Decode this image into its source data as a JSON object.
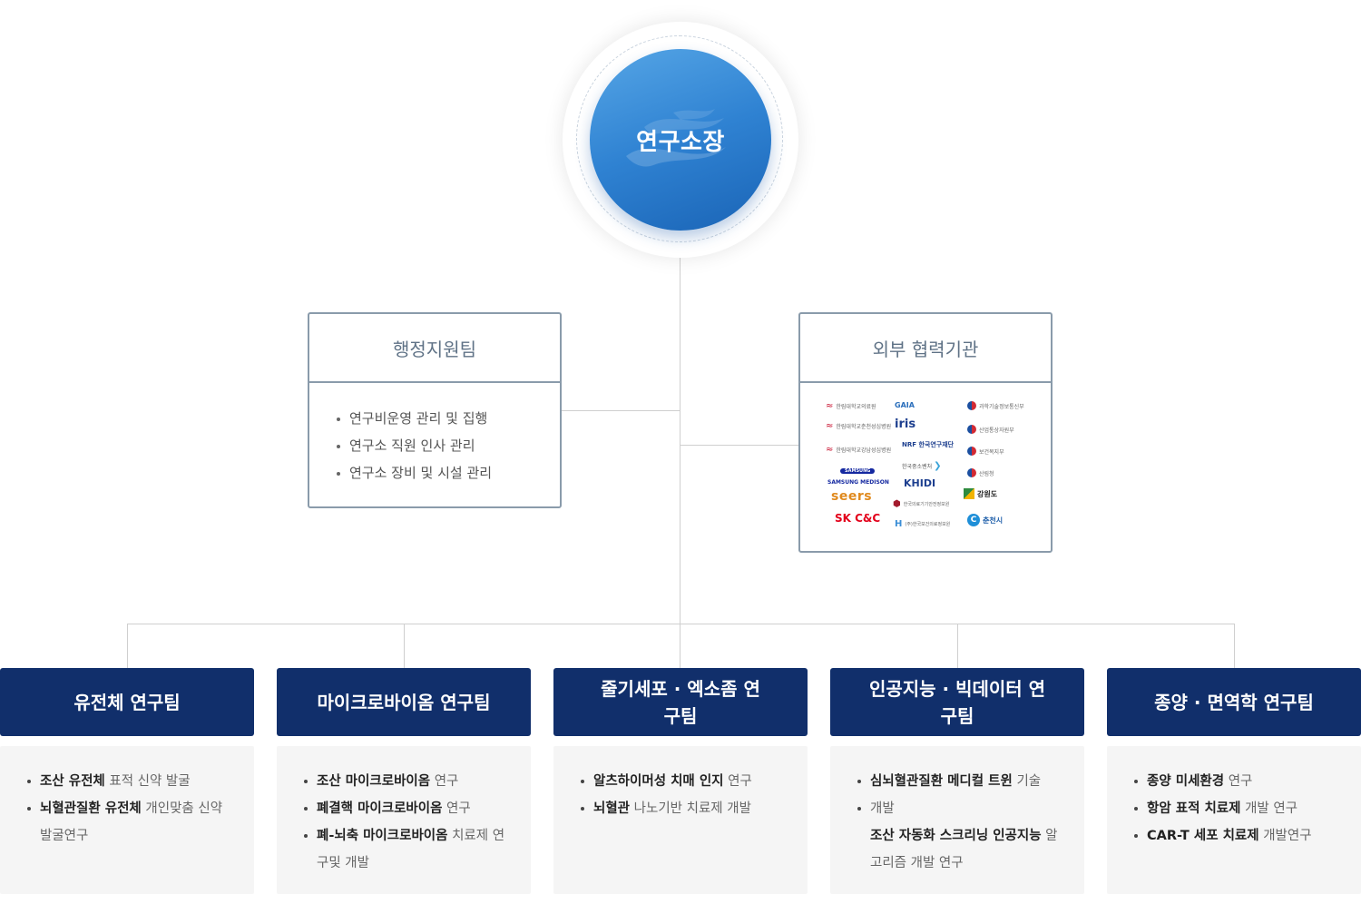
{
  "director": {
    "title": "연구소장"
  },
  "admin": {
    "title": "행정지원팀",
    "items": [
      "연구비운영 관리 및 집행",
      "연구소 직원 인사 관리",
      "연구소 장비 및 시설 관리"
    ]
  },
  "partners": {
    "title": "외부 협력기관",
    "logos": {
      "hallym_med": "한림대학교의료원",
      "gaia": "GAIA",
      "msit": "과학기술정보통신부",
      "chuncheon_hosp": "한림대학교춘천성심병원",
      "iris": "iris",
      "motie": "산업통상자원부",
      "gangnam_hosp": "한림대학교강남성심병원",
      "nrf": "NRF 한국연구재단",
      "mohw": "보건복지부",
      "samsung": "SAMSUNG",
      "samsung_medison": "SAMSUNG MEDISON",
      "kiat": "한국중소벤처",
      "mfds": "산림청",
      "khidi": "KHIDI",
      "seers": "seers",
      "gangwon": "강원도",
      "kmdia": "한국의료기기안전정보원",
      "skcc": "SK C&C",
      "kisis": "(주)한국보건의료정보원",
      "chuncheon_city": "춘천시"
    }
  },
  "teams": [
    {
      "title": "유전체 연구팀",
      "items": [
        {
          "bullet": true,
          "bold": "조산 유전체",
          "rest": " 표적 신약 발굴"
        },
        {
          "bullet": true,
          "bold": "뇌혈관질환 유전체",
          "rest": " 개인맞춤 신약 발굴연구"
        }
      ]
    },
    {
      "title": "마이크로바이옴 연구팀",
      "items": [
        {
          "bullet": true,
          "bold": "조산 마이크로바이옴",
          "rest": " 연구"
        },
        {
          "bullet": true,
          "bold": "폐결핵 마이크로바이옴",
          "rest": " 연구"
        },
        {
          "bullet": true,
          "bold": "폐-뇌축 마이크로바이옴",
          "rest": " 치료제 연구및 개발"
        }
      ]
    },
    {
      "title": "줄기세포 · 엑소좀 연구팀",
      "items": [
        {
          "bullet": true,
          "bold": "알츠하이머성 치매 인지",
          "rest": " 연구"
        },
        {
          "bullet": true,
          "bold": "뇌혈관",
          "rest": " 나노기반 치료제 개발"
        }
      ]
    },
    {
      "title": "인공지능 · 빅데이터 연구팀",
      "items": [
        {
          "bullet": true,
          "bold": "심뇌혈관질환 메디컬 트윈",
          "rest": " 기술"
        },
        {
          "bullet": true,
          "bold": "",
          "rest": "개발"
        },
        {
          "bullet": false,
          "bold": "조산 자동화 스크리닝 인공지능",
          "rest": " 알고리즘 개발 연구"
        }
      ]
    },
    {
      "title": "종양 · 면역학 연구팀",
      "items": [
        {
          "bullet": true,
          "bold": "종양 미세환경",
          "rest": " 연구"
        },
        {
          "bullet": true,
          "bold": "항암 표적 치료제",
          "rest": " 개발 연구"
        },
        {
          "bullet": true,
          "bold": "CAR-T 세포 치료제",
          "rest": " 개발연구"
        }
      ]
    }
  ]
}
